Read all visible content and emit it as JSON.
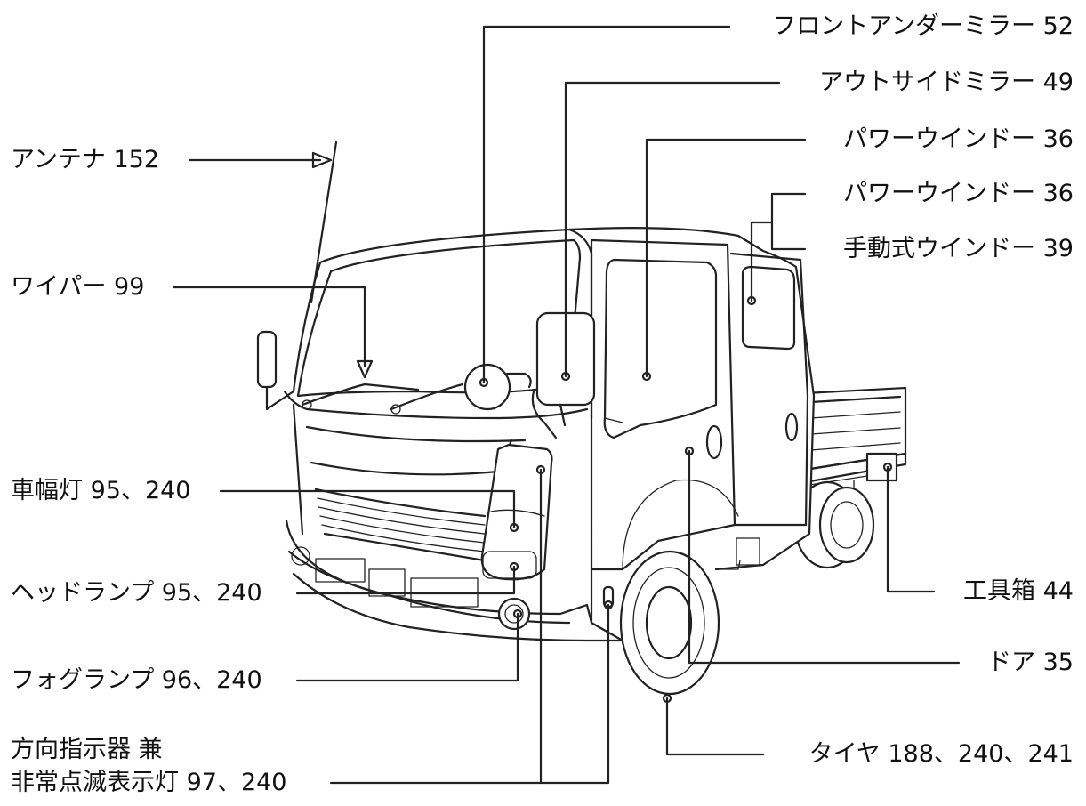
{
  "labels": {
    "front_under_mirror": "フロントアンダーミラー 52",
    "outside_mirror": "アウトサイドミラー 49",
    "power_window_front": "パワーウインドー 36",
    "power_window_rear": "パワーウインドー 36",
    "manual_window": "手動式ウインドー 39",
    "antenna": "アンテナ 152",
    "wiper": "ワイパー 99",
    "clearance_lamp": "車幅灯 95、240",
    "headlamp": "ヘッドランプ 95、240",
    "fog_lamp": "フォグランプ 96、240",
    "turn_signal_line1": "方向指示器 兼",
    "turn_signal_line2": "非常点滅表示灯 97、240",
    "tool_box": "工具箱 44",
    "door": "ドア 35",
    "tire": "タイヤ 188、240、241"
  },
  "colors": {
    "line": "#222222",
    "text": "#111111",
    "background": "#ffffff"
  },
  "icons": {
    "leader_end": "dot",
    "antenna_pointer": "arrow"
  }
}
